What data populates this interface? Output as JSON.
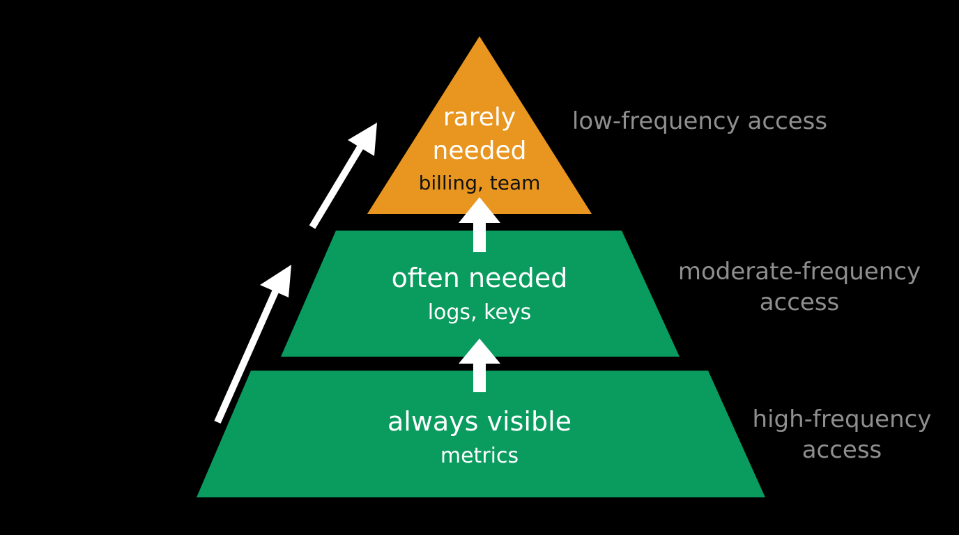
{
  "colors": {
    "background": "#000000",
    "top_tier": "#e8961f",
    "lower_tiers": "#0a9b5f",
    "arrows": "#ffffff",
    "side_text": "#8f8f8f",
    "top_tier_text": "#111111",
    "tier_text": "#ffffff"
  },
  "icons": {
    "tier_arrow": "arrow-up-icon",
    "trend_arrow": "diagonal-arrow-icon"
  },
  "tiers": {
    "top": {
      "title_line1": "rarely",
      "title_line2": "needed",
      "items": "billing, team",
      "side_label": "low-frequency access"
    },
    "middle": {
      "title": "often needed",
      "items": "logs, keys",
      "side_label_line1": "moderate-frequency",
      "side_label_line2": "access"
    },
    "bottom": {
      "title": "always visible",
      "items": "metrics",
      "side_label_line1": "high-frequency",
      "side_label_line2": "access"
    }
  }
}
